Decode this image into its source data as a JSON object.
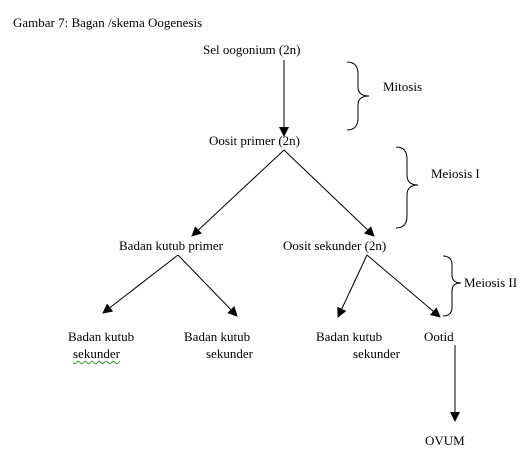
{
  "caption": "Gambar 7: Bagan /skema Oogenesis",
  "nodes": {
    "oogonium": "Sel oogonium (2n)",
    "oosit_primer": "Oosit primer (2n)",
    "badan_kutub_primer": "Badan kutub primer",
    "oosit_sekunder": "Oosit sekunder (2n)",
    "bk_sekunder_1_l1": "Badan kutub",
    "bk_sekunder_1_l2": "sekunder",
    "bk_sekunder_2_l1": "Badan kutub",
    "bk_sekunder_2_l2": "sekunder",
    "bk_sekunder_3_l1": "Badan kutub",
    "bk_sekunder_3_l2": "sekunder",
    "ootid": "Ootid",
    "ovum": "OVUM"
  },
  "stages": {
    "mitosis": "Mitosis",
    "meiosis_1": "Meiosis I",
    "meiosis_2": "Meiosis II"
  },
  "colors": {
    "line": "#000000",
    "spellcheck_underline": "#3a8f3a"
  }
}
